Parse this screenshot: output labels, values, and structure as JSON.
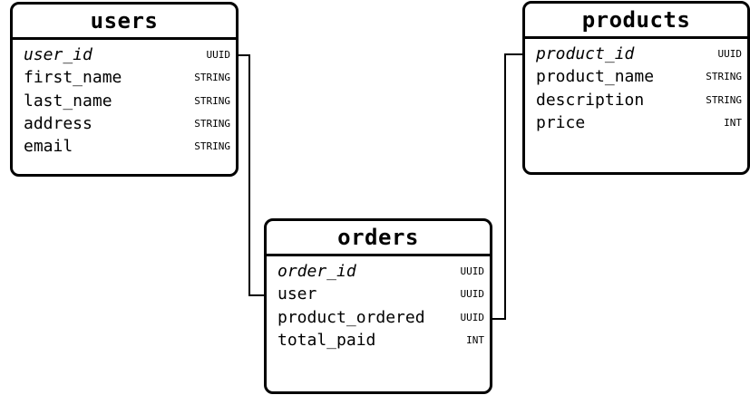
{
  "tables": {
    "users": {
      "title": "users",
      "fields": [
        {
          "name": "user_id",
          "type": "UUID",
          "primary": true
        },
        {
          "name": "first_name",
          "type": "STRING"
        },
        {
          "name": "last_name",
          "type": "STRING"
        },
        {
          "name": "address",
          "type": "STRING"
        },
        {
          "name": "email",
          "type": "STRING"
        }
      ]
    },
    "products": {
      "title": "products",
      "fields": [
        {
          "name": "product_id",
          "type": "UUID",
          "primary": true
        },
        {
          "name": "product_name",
          "type": "STRING"
        },
        {
          "name": "description",
          "type": "STRING"
        },
        {
          "name": "price",
          "type": "INT"
        }
      ]
    },
    "orders": {
      "title": "orders",
      "fields": [
        {
          "name": "order_id",
          "type": "UUID",
          "primary": true
        },
        {
          "name": "user",
          "type": "UUID"
        },
        {
          "name": "product_ordered",
          "type": "UUID"
        },
        {
          "name": "total_paid",
          "type": "INT"
        }
      ]
    }
  },
  "relationships": [
    {
      "from": "users.user_id",
      "to": "orders.user"
    },
    {
      "from": "orders.product_ordered",
      "to": "products.product_id"
    }
  ]
}
